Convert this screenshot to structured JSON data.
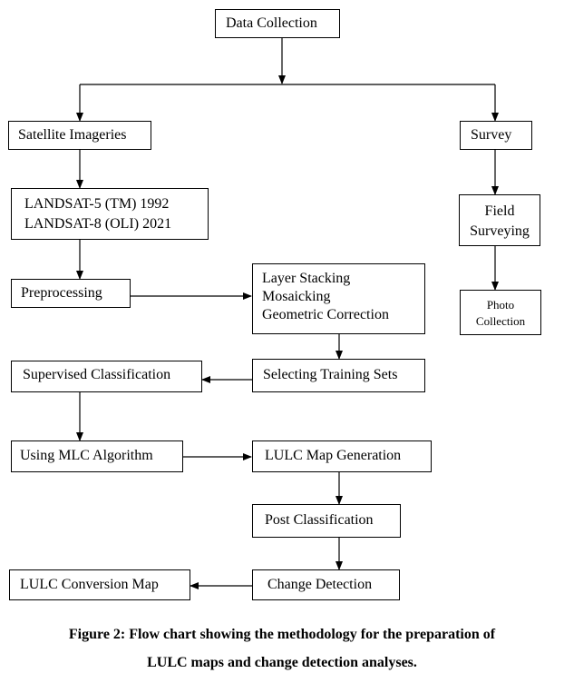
{
  "nodes": {
    "data_collection": "Data Collection",
    "satellite_imageries": "Satellite Imageries",
    "survey": "Survey",
    "landsat_5": "LANDSAT-5 (TM) 1992",
    "landsat_8": "LANDSAT-8 (OLI) 2021",
    "field_surveying_1": "Field",
    "field_surveying_2": "Surveying",
    "preprocessing": "Preprocessing",
    "layer_stacking": "Layer Stacking",
    "mosaicking": "Mosaicking",
    "geometric_correction": "Geometric Correction",
    "photo_collection_1": "Photo",
    "photo_collection_2": "Collection",
    "supervised_classification": "Supervised Classification",
    "selecting_training_sets": "Selecting Training Sets",
    "mlc_algorithm": "Using MLC Algorithm",
    "lulc_map_generation": "LULC Map Generation",
    "post_classification": "Post Classification",
    "lulc_conversion_map": "LULC Conversion Map",
    "change_detection": "Change Detection"
  },
  "caption": {
    "line1": "Figure 2: Flow chart showing the methodology for the preparation of",
    "line2": "LULC maps and change detection analyses."
  }
}
